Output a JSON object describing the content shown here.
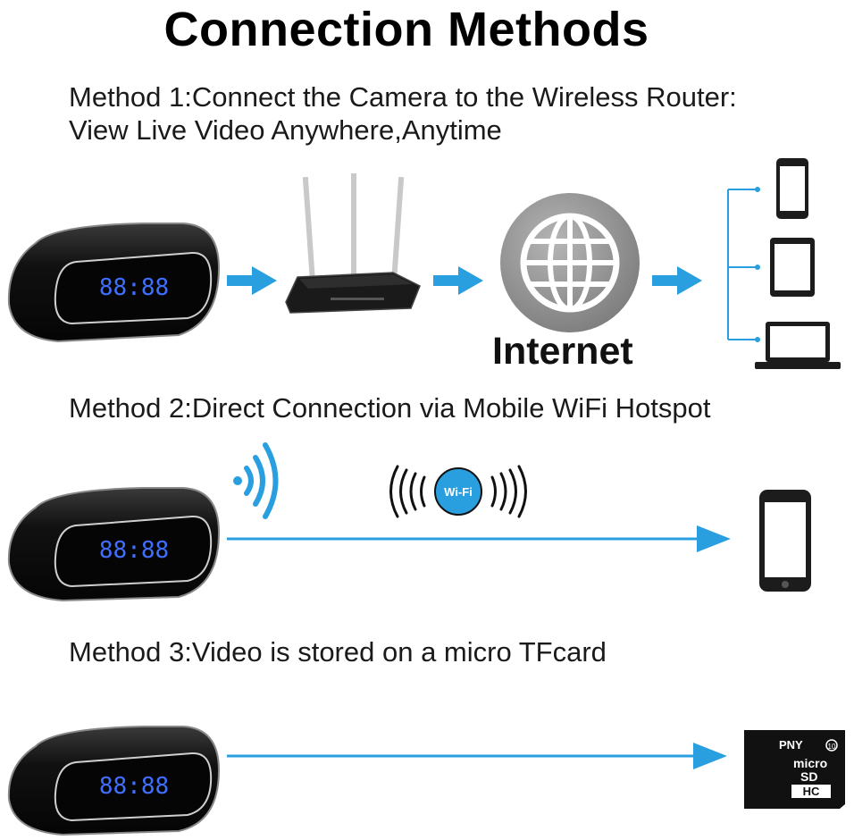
{
  "title": "Connection Methods",
  "method1": {
    "line1": "Method 1:Connect the Camera to the Wireless Router:",
    "line2": "View Live Video Anywhere,Anytime",
    "internet_label": "Internet"
  },
  "method2": {
    "text": "Method 2:Direct Connection via Mobile WiFi Hotspot",
    "wifi_badge": "Wi-Fi"
  },
  "method3": {
    "text": "Method 3:Video is stored on a micro TFcard",
    "card_brand": "PNY",
    "card_line1": "micro",
    "card_line2": "SD",
    "card_line3": "HC",
    "card_class": "10"
  },
  "clock_display": "88:88",
  "colors": {
    "arrow": "#2a9fe0",
    "camera_body": "#151515",
    "clock_digits": "#3f6fff",
    "globe": "#8f8f8f"
  }
}
